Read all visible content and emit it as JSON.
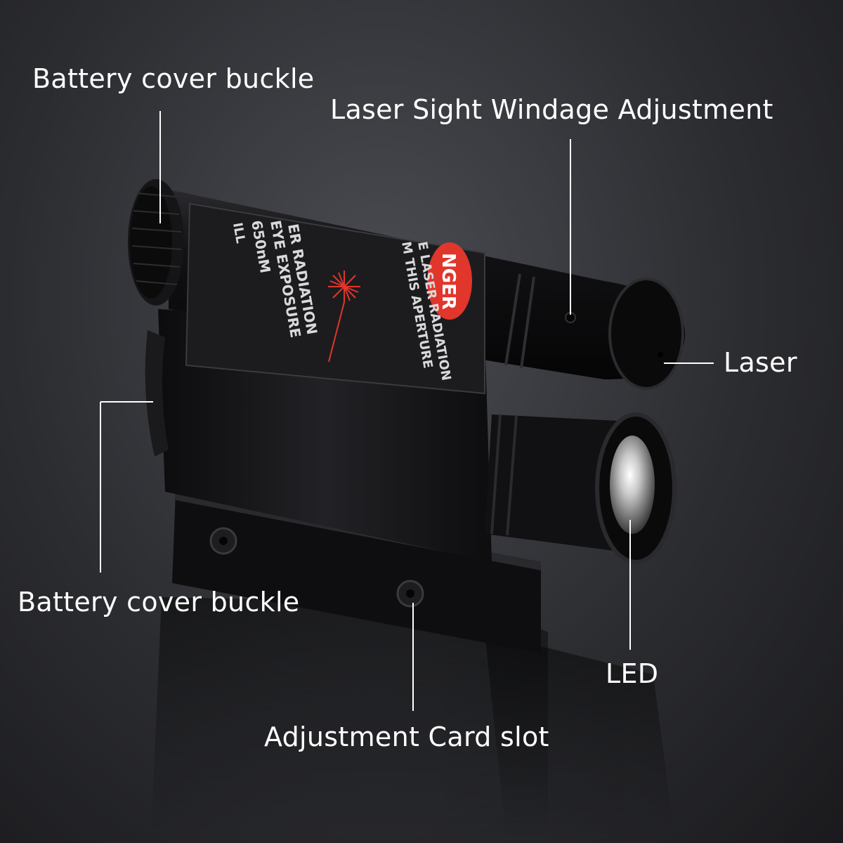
{
  "labels": {
    "battery_cover_top": "Battery cover buckle",
    "windage": "Laser Sight Windage Adjustment",
    "laser": "Laser",
    "battery_cover_side": "Battery cover buckle",
    "led": "LED",
    "card_slot": "Adjustment Card slot"
  },
  "sticker": {
    "warning_word": "NGER",
    "lines_left": [
      "ER RADIATION",
      "EYE EXPOSURE",
      "650nM",
      "ILL"
    ],
    "lines_right": [
      "E LASER RADIATION",
      "M THIS APERTURE"
    ]
  },
  "colors": {
    "background": "#2c2d31",
    "device_body": "#111113",
    "sticker_bg": "#1c1c1f",
    "warning_red": "#e0362c",
    "label_text": "#ffffff"
  },
  "icons": {
    "laser_burst": "laser-starburst-icon",
    "led_lens": "led-lens-icon"
  }
}
